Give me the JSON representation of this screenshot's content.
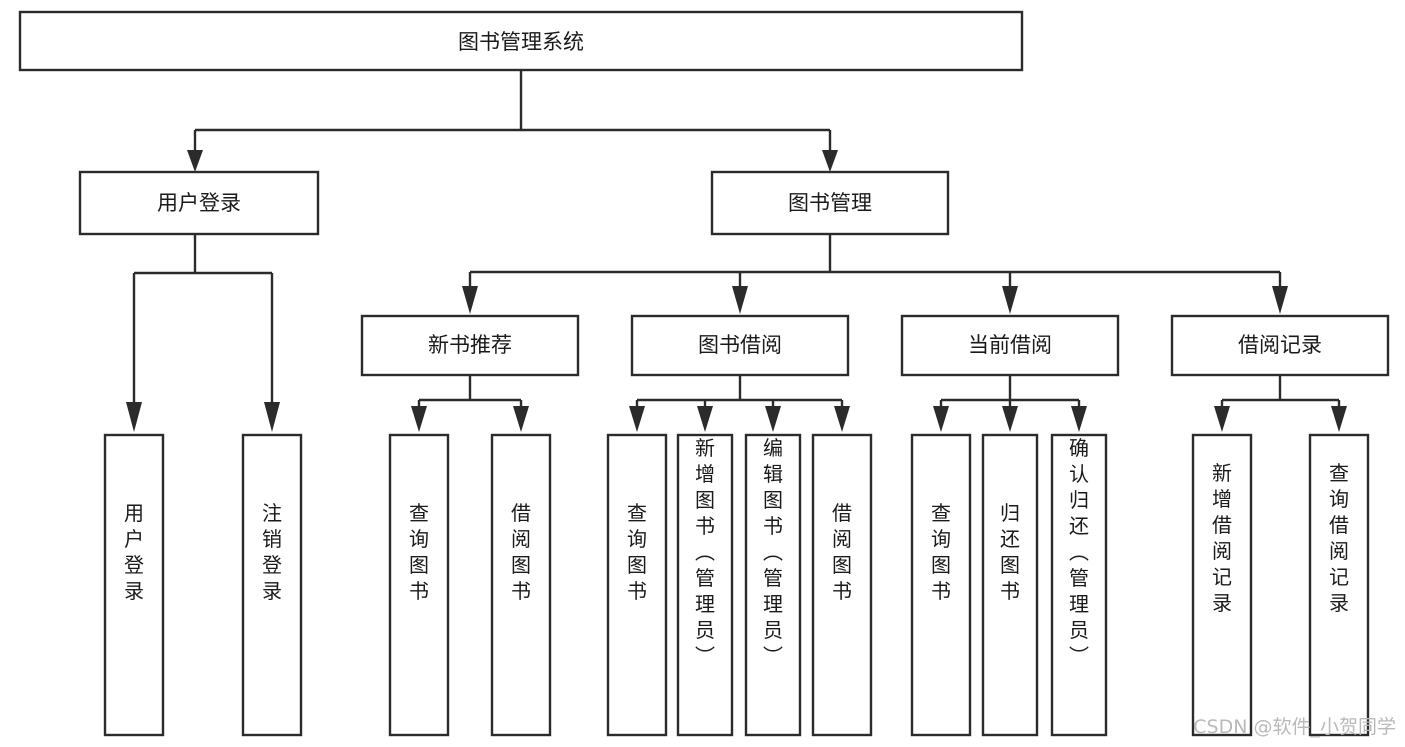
{
  "diagram": {
    "type": "tree-hierarchy",
    "title": "图书管理系统",
    "orientation": "top-down",
    "root": {
      "id": "root",
      "label": "图书管理系统"
    },
    "level1": [
      {
        "id": "user-login",
        "label": "用户登录"
      },
      {
        "id": "book-manage",
        "label": "图书管理"
      }
    ],
    "level2": [
      {
        "id": "new-book-rec",
        "label": "新书推荐",
        "parent": "book-manage"
      },
      {
        "id": "book-borrow",
        "label": "图书借阅",
        "parent": "book-manage"
      },
      {
        "id": "current-borrow",
        "label": "当前借阅",
        "parent": "book-manage"
      },
      {
        "id": "borrow-record",
        "label": "借阅记录",
        "parent": "book-manage"
      }
    ],
    "leaves": [
      {
        "id": "leaf-user-login",
        "label": "用户登录",
        "parent": "user-login"
      },
      {
        "id": "leaf-logout-login",
        "label": "注销登录",
        "parent": "user-login"
      },
      {
        "id": "leaf-query-book-1",
        "label": "查询图书",
        "parent": "new-book-rec"
      },
      {
        "id": "leaf-borrow-book-1",
        "label": "借阅图书",
        "parent": "new-book-rec"
      },
      {
        "id": "leaf-query-book-2",
        "label": "查询图书",
        "parent": "book-borrow"
      },
      {
        "id": "leaf-add-book",
        "label": "新增图书（管理员）",
        "parent": "book-borrow"
      },
      {
        "id": "leaf-edit-book",
        "label": "编辑图书（管理员）",
        "parent": "book-borrow"
      },
      {
        "id": "leaf-borrow-book-2",
        "label": "借阅图书",
        "parent": "book-borrow"
      },
      {
        "id": "leaf-query-book-3",
        "label": "查询图书",
        "parent": "current-borrow"
      },
      {
        "id": "leaf-return-book",
        "label": "归还图书",
        "parent": "current-borrow"
      },
      {
        "id": "leaf-confirm-return",
        "label": "确认归还（管理员）",
        "parent": "current-borrow"
      },
      {
        "id": "leaf-add-record",
        "label": "新增借阅记录",
        "parent": "borrow-record"
      },
      {
        "id": "leaf-query-record",
        "label": "查询借阅记录",
        "parent": "borrow-record"
      }
    ]
  },
  "watermark": {
    "text": "CSDN @软件_小贺同学"
  },
  "colors": {
    "stroke": "#2b2b2b",
    "fill": "#ffffff",
    "text": "#1a1a1a",
    "watermark": "#b9b9b9"
  }
}
